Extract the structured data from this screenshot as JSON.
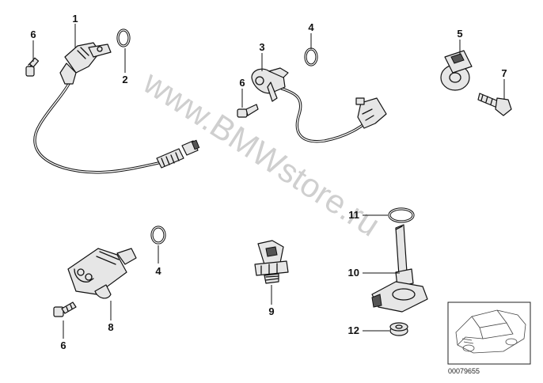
{
  "watermark": "www.BMWstore.ru",
  "thumbnail_code": "00079655",
  "callouts": {
    "c1": "1",
    "c2": "2",
    "c3": "3",
    "c4a": "4",
    "c4b": "4",
    "c5": "5",
    "c6a": "6",
    "c6b": "6",
    "c6c": "6",
    "c7": "7",
    "c8": "8",
    "c9": "9",
    "c10": "10",
    "c11": "11",
    "c12": "12"
  },
  "icons": {
    "p1": "crankshaft-sensor-with-cable-icon",
    "p2": "o-ring-icon",
    "p3": "camshaft-sensor-with-cable-icon",
    "p5": "knock-sensor-icon",
    "p6": "screw-icon",
    "p7": "bolt-icon",
    "p8": "pulse-generator-sensor-icon",
    "p9": "pressure-switch-icon",
    "p10": "oil-level-sensor-icon",
    "p11": "gasket-ring-icon",
    "p12": "nut-icon",
    "car": "car-thumbnail-icon"
  }
}
